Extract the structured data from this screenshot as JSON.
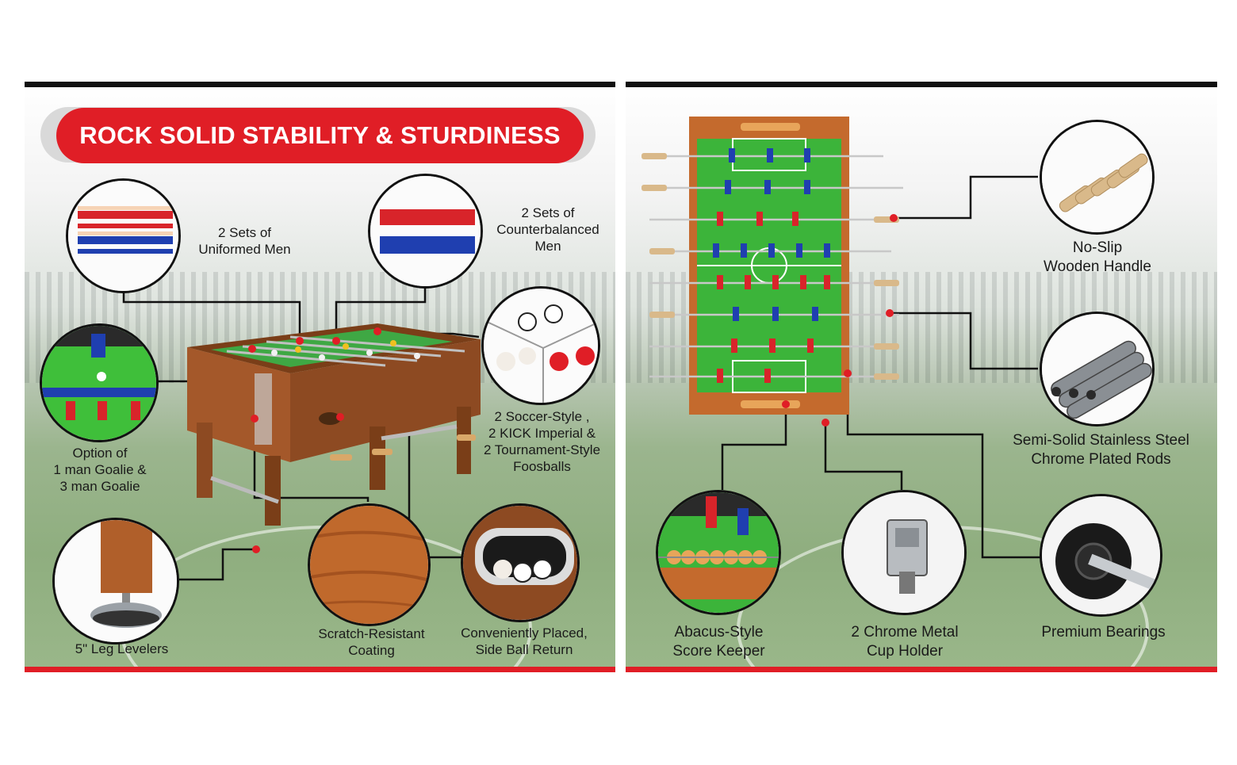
{
  "banner": {
    "title": "ROCK SOLID STABILITY & STURDINESS"
  },
  "left_features": {
    "uniformed_men": [
      "2 Sets of",
      "Uniformed Men"
    ],
    "counterbalanced_men": [
      "2 Sets of",
      "Counterbalanced",
      "Men"
    ],
    "goalie": [
      "Option of",
      "1 man Goalie &",
      "3 man Goalie"
    ],
    "foosballs": [
      "2 Soccer-Style ,",
      "2 KICK Imperial &",
      "2 Tournament-Style",
      "Foosballs"
    ],
    "leg_levelers": [
      "5\" Leg Levelers"
    ],
    "scratch_resistant": [
      "Scratch-Resistant",
      "Coating"
    ],
    "ball_return": [
      "Conveniently Placed,",
      "Side Ball Return"
    ]
  },
  "right_features": {
    "handle": [
      "No-Slip",
      "Wooden Handle"
    ],
    "rods": [
      "Semi-Solid Stainless Steel",
      "Chrome Plated Rods"
    ],
    "score_keeper": [
      "Abacus-Style",
      "Score Keeper"
    ],
    "cup_holder": [
      "2 Chrome Metal",
      "Cup Holder"
    ],
    "bearings": [
      "Premium Bearings"
    ]
  },
  "colors": {
    "accent": "#e01e26",
    "wood": "#b05f2a",
    "field": "#3fbf3a",
    "team_red": "#d8242a",
    "team_blue": "#1f3fb0"
  }
}
